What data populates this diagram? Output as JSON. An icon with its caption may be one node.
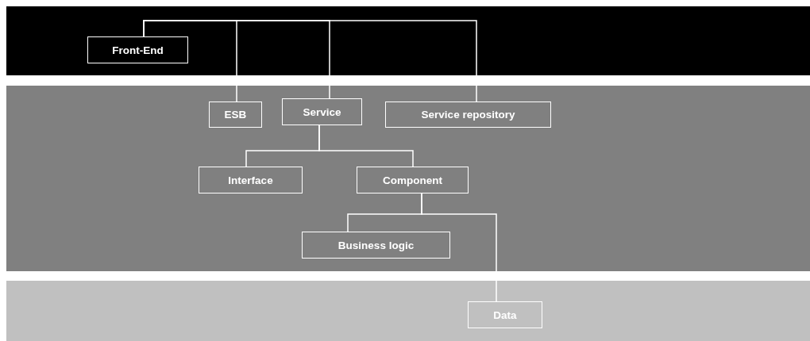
{
  "diagram": {
    "nodes": [
      {
        "text": [],
        "shape": "band"
      },
      {
        "text": [
          "Front-End"
        ],
        "in": 0
      },
      {
        "text": [],
        "shape": "band"
      },
      {
        "text": [
          "ESB"
        ],
        "in": 2
      },
      {
        "text": [
          "Service"
        ],
        "in": 2
      },
      {
        "text": [
          "Service repository"
        ],
        "in": 2
      },
      {
        "text": [
          "Interface"
        ],
        "in": 2
      },
      {
        "text": [
          "Component"
        ],
        "in": 2
      },
      {
        "text": [
          "Business logic"
        ],
        "in": 2
      },
      {
        "text": [],
        "shape": "band"
      },
      {
        "text": [
          "Data"
        ],
        "in": 9
      }
    ],
    "edges": [
      {
        "from": 1,
        "to": 3,
        "arrow": "none"
      },
      {
        "from": 1,
        "to": 4,
        "arrow": "none"
      },
      {
        "from": 1,
        "to": 5,
        "arrow": "none"
      },
      {
        "from": 4,
        "to": 6,
        "arrow": "none"
      },
      {
        "from": 4,
        "to": 7,
        "arrow": "none"
      },
      {
        "from": 7,
        "to": 8,
        "arrow": "none"
      },
      {
        "from": 7,
        "to": 10,
        "arrow": "none"
      }
    ]
  }
}
